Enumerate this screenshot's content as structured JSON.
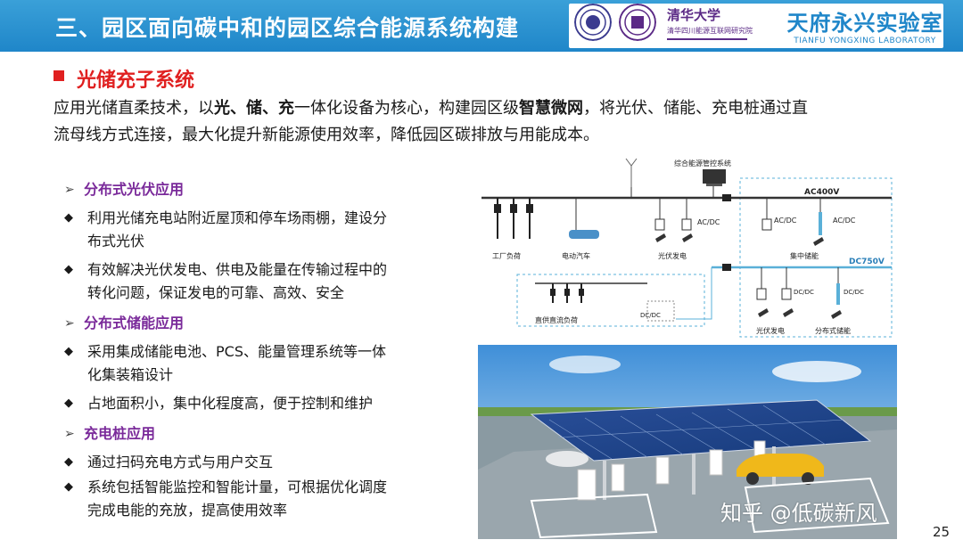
{
  "header": {
    "title": "三、园区面向碳中和的园区综合能源系统构建",
    "lab_name": "天府永兴实验室",
    "lab_name_en": "TIANFU YONGXING LABORATORY",
    "tsinghua_cn": "清华大学",
    "tsinghua_sub": "清华四川能源互联网研究院"
  },
  "section": {
    "title": "光储充子系统",
    "intro_1a": "应用光储直柔技术，以",
    "intro_1b": "光、储、充",
    "intro_1c": "一体化设备为核心，构建园区级",
    "intro_1d": "智慧微网",
    "intro_1e": "，将光伏、储能、充电桩通过直",
    "intro_2": "流母线方式连接，最大化提升新能源使用效率，降低园区碳排放与用能成本。"
  },
  "pv": {
    "title": "分布式光伏应用",
    "b1_l1": "利用光储充电站附近屋顶和停车场雨棚，建设分",
    "b1_l2": "布式光伏",
    "b2_l1": "有效解决光伏发电、供电及能量在传输过程中的",
    "b2_l2": "转化问题，保证发电的可靠、高效、安全"
  },
  "storage": {
    "title": "分布式储能应用",
    "b1_l1": "采用集成储能电池、PCS、能量管理系统等一体",
    "b1_l2": "化集装箱设计",
    "b2_l1": "占地面积小，集中化程度高，便于控制和维护"
  },
  "charging": {
    "title": "充电桩应用",
    "b1_l1": "通过扫码充电方式与用户交互",
    "b2_l1": "系统包括智能监控和智能计量，可根据优化调度",
    "b2_l2": "完成电能的充放，提高使用效率"
  },
  "diagram": {
    "ems": "综合能源管控系统",
    "ac400": "AC400V",
    "dc750": "DC750V",
    "factory_load": "工厂负荷",
    "ev": "电动汽车",
    "pv_gen_1": "光伏发电",
    "central_storage": "集中储能",
    "dc_direct_load": "直供直流负荷",
    "pv_gen_2": "光伏发电",
    "dist_storage": "分布式储能",
    "acdc_1": "AC/DC",
    "acdc_2": "AC/DC",
    "acdc_3": "AC/DC",
    "dcdc_1": "DC/DC",
    "dcdc_2": "DC/DC",
    "dcdc_3": "DC/DC"
  },
  "watermark": "知乎 @低碳新风",
  "page_number": "25"
}
